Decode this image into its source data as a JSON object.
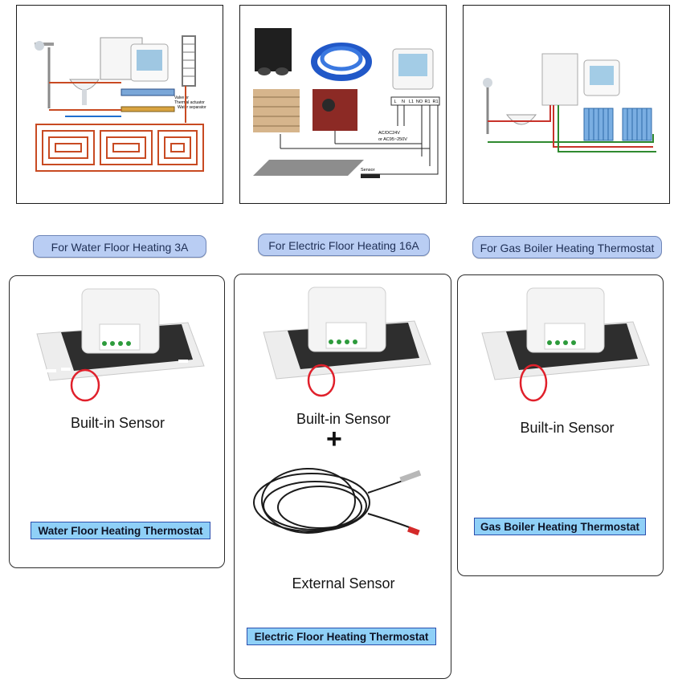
{
  "top_row": {
    "water_diagram_icon": "water-underfloor-heating-diagram",
    "electric_diagram_icon": "electric-floor-heating-wiring-diagram",
    "gas_diagram_icon": "gas-boiler-radiator-diagram",
    "electric_terminals": [
      "L",
      "N",
      "L1",
      "NO",
      "R1",
      "R1"
    ],
    "electric_power_text_1": "AC/DC24V",
    "electric_power_text_2": "or AC95~250V",
    "electric_sensor_text": "Sensor",
    "water_valve_text": "Valve or",
    "water_actuator_text": "Thermal actuator",
    "water_separator_text": "Water separator"
  },
  "headings": {
    "water": "For Water Floor Heating 3A",
    "electric": "For Electric Floor Heating 16A",
    "gas": "For Gas Boiler Heating Thermostat"
  },
  "cards": {
    "water": {
      "sensor_label": "Built-in Sensor",
      "product_tag": "Water Floor Heating Thermostat"
    },
    "electric": {
      "sensor_label": "Built-in Sensor",
      "plus": "+",
      "external_label": "External Sensor",
      "product_tag": "Electric Floor Heating Thermostat"
    },
    "gas": {
      "sensor_label": "Built-in Sensor",
      "product_tag": "Gas Boiler Heating Thermostat"
    }
  },
  "colors": {
    "heading_fill": "#b9cdf3",
    "tag_fill": "#8fd0f7",
    "highlight_circle": "#e0202b",
    "pipe_red": "#c84a22",
    "pipe_green": "#2f8a2f",
    "pipe_blue": "#1f6fd0"
  }
}
